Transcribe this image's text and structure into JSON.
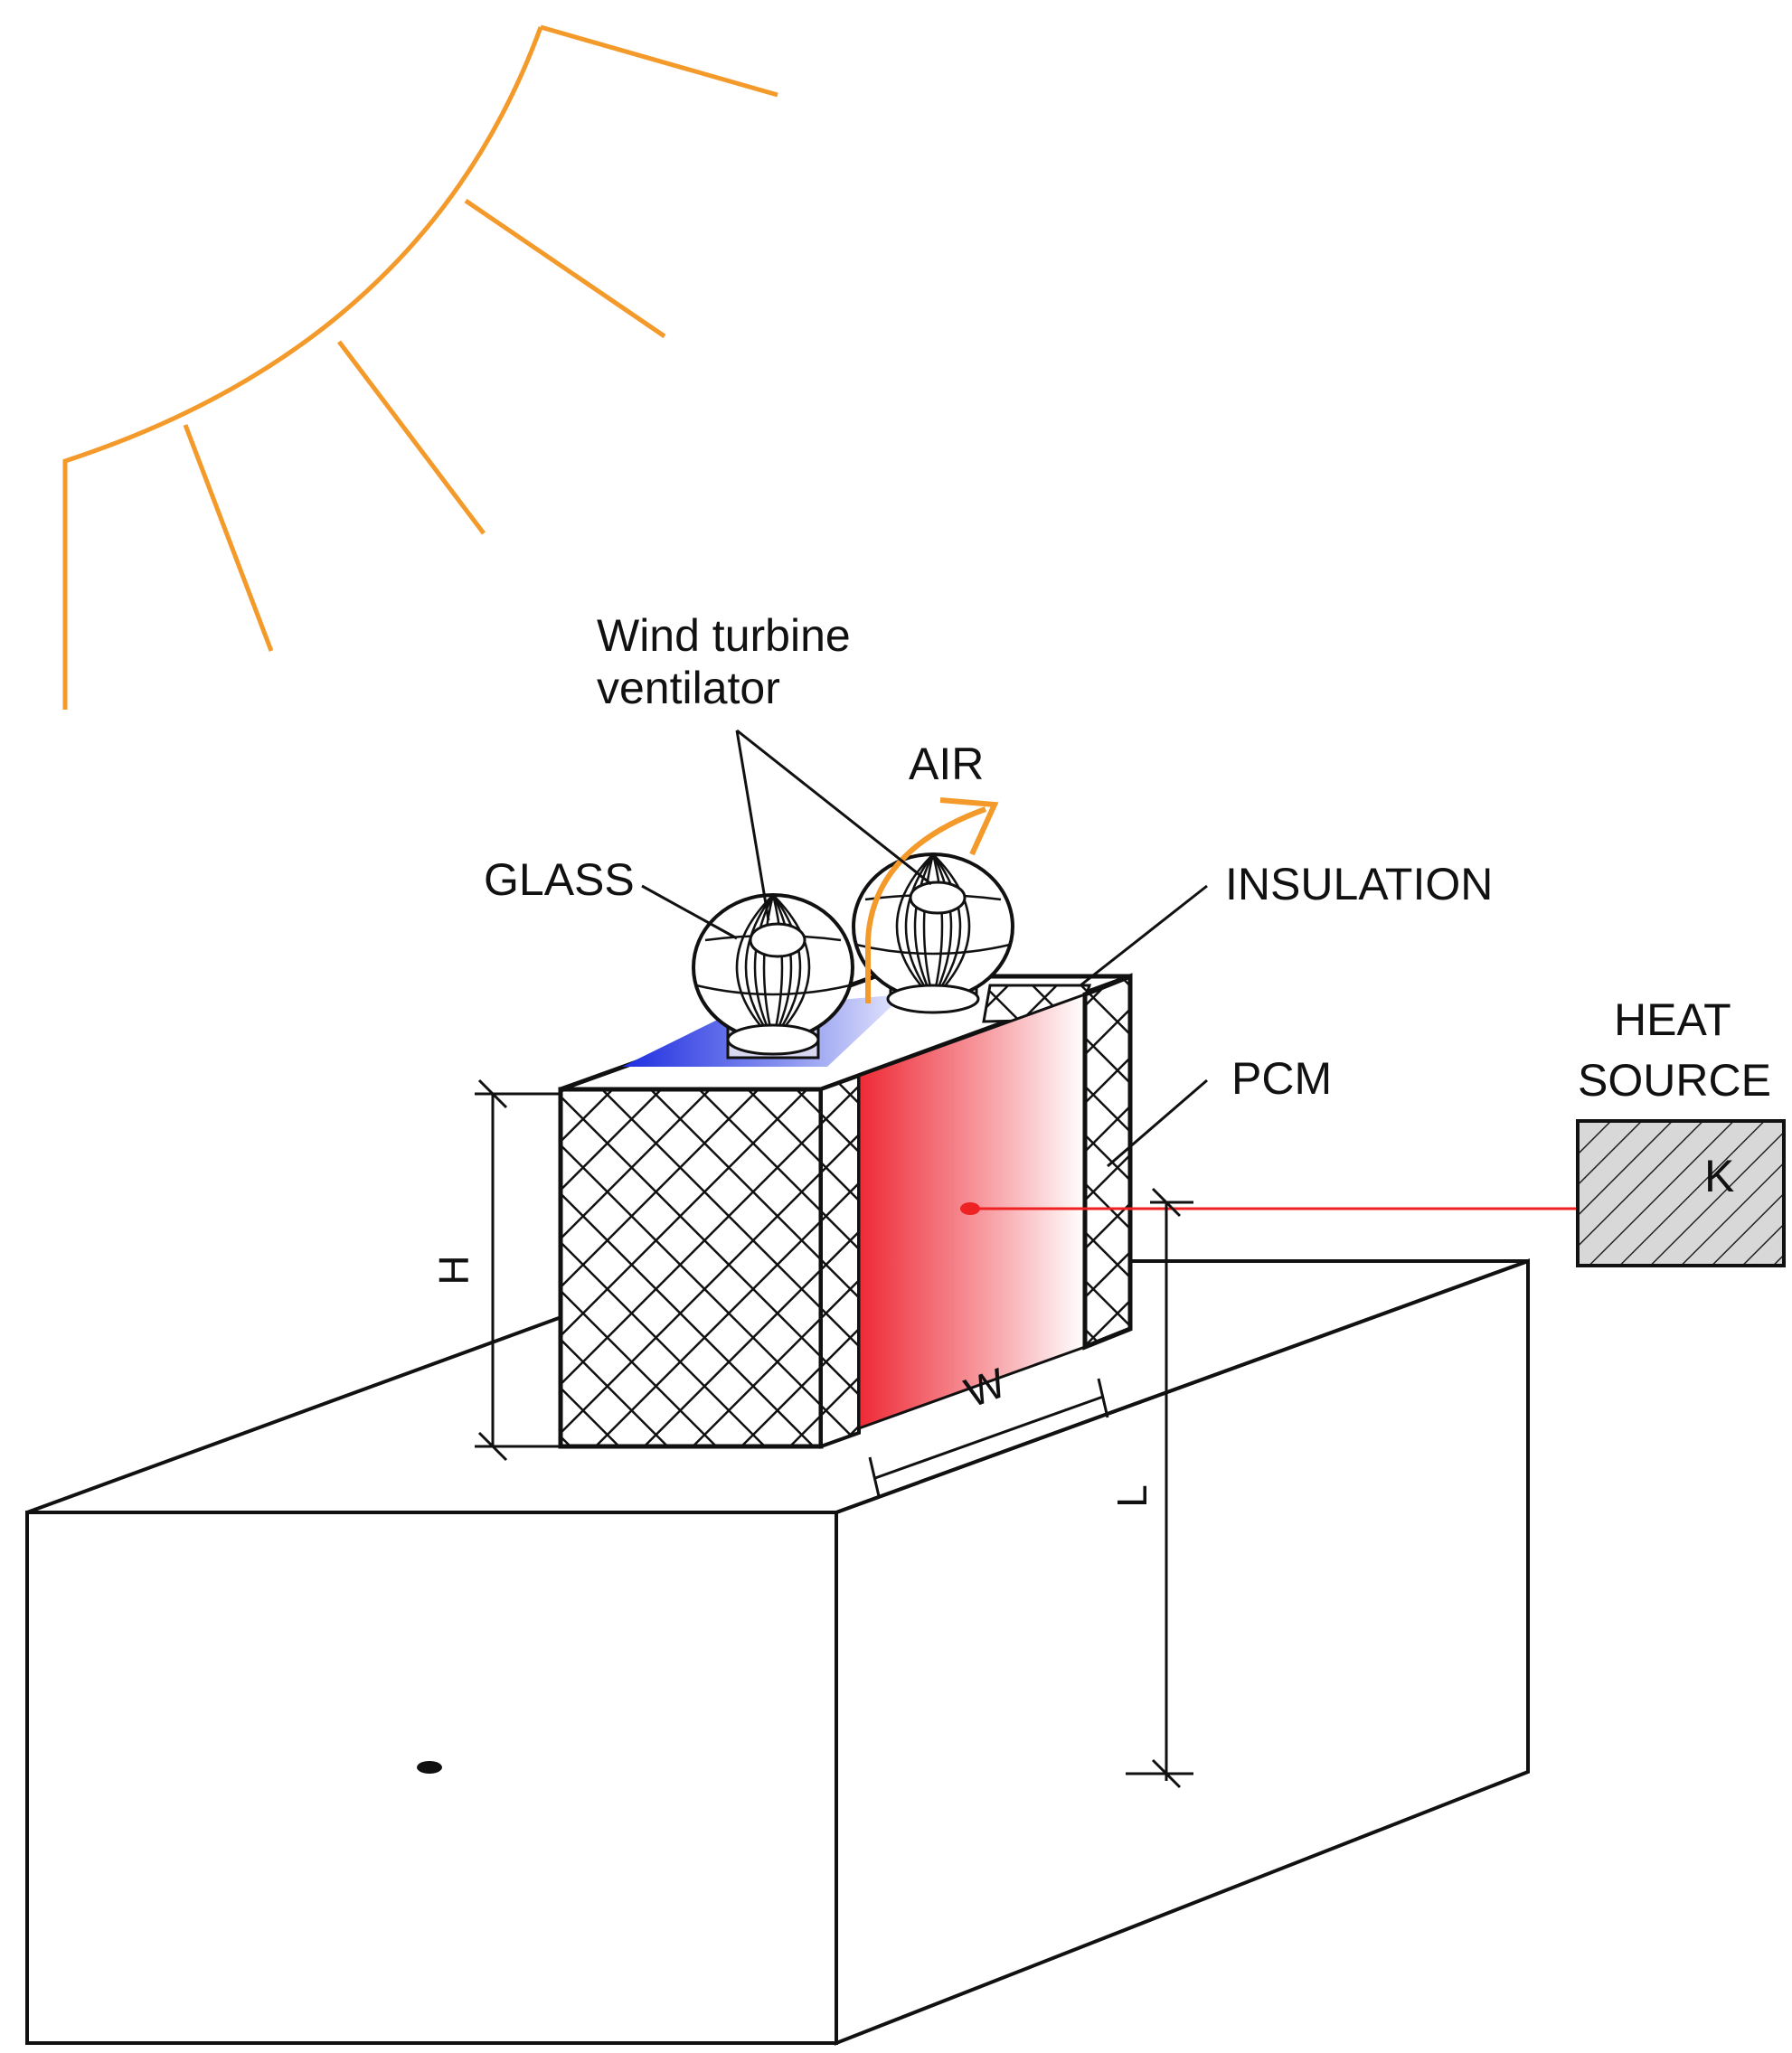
{
  "diagram": {
    "labels": {
      "wind_turbine_line1": "Wind turbine",
      "wind_turbine_line2": "ventilator",
      "air": "AIR",
      "glass": "GLASS",
      "insulation": "INSULATION",
      "pcm": "PCM",
      "heat_source_line1": "HEAT",
      "heat_source_line2": "SOURCE",
      "k": "K"
    },
    "dimensions": {
      "height": "H",
      "width": "W",
      "length": "L"
    },
    "colors": {
      "sun": "#f39a2a",
      "air_arrow": "#f39a2a",
      "heat_flow": "#ee2222",
      "pcm_gradient_start": "#ee2a35",
      "glass_blue": "#1e2ee0",
      "outline": "#111111"
    }
  }
}
